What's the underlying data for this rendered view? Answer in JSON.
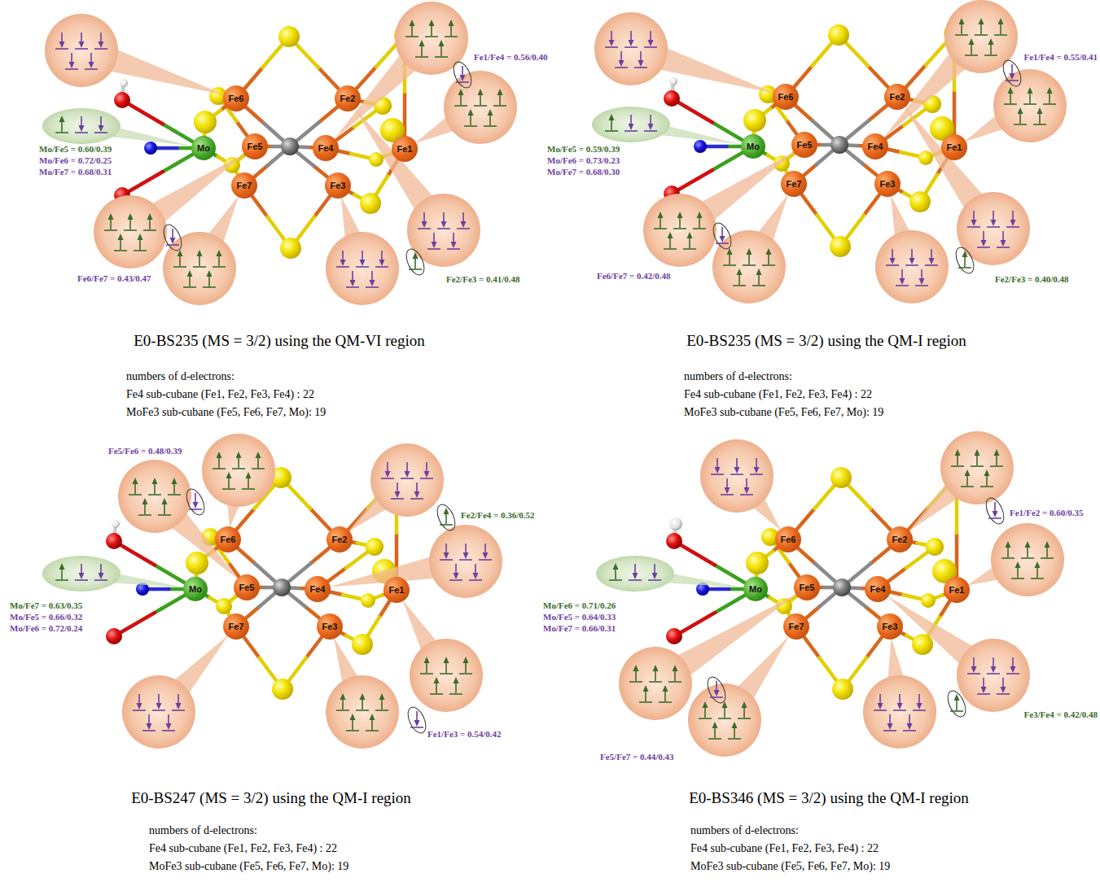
{
  "diagram": {
    "nodes": [
      {
        "text": [
          "Fe6"
        ]
      },
      {
        "text": [
          "Fe2"
        ]
      },
      {
        "text": [
          "Mo"
        ]
      },
      {
        "text": [
          "Fe5"
        ]
      },
      {
        "text": [
          "Fe4"
        ]
      },
      {
        "text": [
          "Fe1"
        ]
      },
      {
        "text": [
          "Fe7"
        ]
      },
      {
        "text": [
          "Fe3"
        ]
      },
      {
        "text": [
          "Fe6"
        ]
      },
      {
        "text": [
          "Fe2"
        ]
      },
      {
        "text": [
          "Mo"
        ]
      },
      {
        "text": [
          "Fe5"
        ]
      },
      {
        "text": [
          "Fe4"
        ]
      },
      {
        "text": [
          "Fe1"
        ]
      },
      {
        "text": [
          "Fe7"
        ]
      },
      {
        "text": [
          "Fe3"
        ]
      },
      {
        "text": [
          "Fe6"
        ]
      },
      {
        "text": [
          "Fe2"
        ]
      },
      {
        "text": [
          "Mo"
        ]
      },
      {
        "text": [
          "Fe5"
        ]
      },
      {
        "text": [
          "Fe4"
        ]
      },
      {
        "text": [
          "Fe1"
        ]
      },
      {
        "text": [
          "Fe7"
        ]
      },
      {
        "text": [
          "Fe3"
        ]
      },
      {
        "text": [
          "Fe6"
        ]
      },
      {
        "text": [
          "Fe2"
        ]
      },
      {
        "text": [
          "Mo"
        ]
      },
      {
        "text": [
          "Fe5"
        ]
      },
      {
        "text": [
          "Fe4"
        ]
      },
      {
        "text": [
          "Fe1"
        ]
      },
      {
        "text": [
          "Fe7"
        ]
      },
      {
        "text": [
          "Fe3"
        ]
      }
    ],
    "labels": [
      "Fe1/Fe4 = 0.56/0.40",
      "Mo/Fe5 = 0.60/0.39",
      "Mo/Fe6 = 0.72/0.25",
      "Mo/Fe7 = 0.68/0.31",
      "Fe6/Fe7 = 0.43/0.47",
      "Fe2/Fe3 = 0.41/0.48",
      "E0-BS235 (MS = 3/2) using the QM-VI region",
      "numbers of d-electrons:",
      "Fe4 sub-cubane (Fe1, Fe2, Fe3, Fe4) : 22",
      "MoFe3 sub-cubane (Fe5, Fe6, Fe7, Mo): 19",
      "Fe1/Fe4 = 0.55/0.41",
      "Mo/Fe5 = 0.59/0.39",
      "Mo/Fe6 = 0.73/0.23",
      "Mo/Fe7 = 0.68/0.30",
      "Fe6/Fe7 = 0.42/0.48",
      "Fe2/Fe3 = 0.40/0.48",
      "E0-BS235 (MS = 3/2) using the QM-I region",
      "numbers of d-electrons:",
      "Fe4 sub-cubane (Fe1, Fe2, Fe3, Fe4) : 22",
      "MoFe3 sub-cubane (Fe5, Fe6, Fe7, Mo): 19",
      "Fe5/Fe6 = 0.48/0.39",
      "Fe2/Fe4 = 0.36/0.52",
      "Mo/Fe7 = 0.63/0.35",
      "Mo/Fe5 = 0.66/0.32",
      "Mo/Fe6 = 0.72/0.24",
      "Fe1/Fe3 = 0.54/0.42",
      "E0-BS247 (MS = 3/2) using the QM-I region",
      "numbers of d-electrons:",
      "Fe4 sub-cubane (Fe1, Fe2, Fe3, Fe4) : 22",
      "MoFe3 sub-cubane (Fe5, Fe6, Fe7, Mo): 19",
      "Fe1/Fe2 = 0.60/0.35",
      "Mo/Fe6 = 0.71/0.26",
      "Mo/Fe5 = 0.64/0.33",
      "Mo/Fe7 = 0.66/0.31",
      "Fe3/Fe4 = 0.42/0.48",
      "Fe5/Fe7 = 0.44/0.43",
      "E0-BS346 (MS = 3/2) using the QM-I region",
      "numbers of d-electrons:",
      "Fe4 sub-cubane (Fe1, Fe2, Fe3, Fe4) : 22",
      "MoFe3 sub-cubane (Fe5, Fe6, Fe7, Mo): 19"
    ]
  }
}
